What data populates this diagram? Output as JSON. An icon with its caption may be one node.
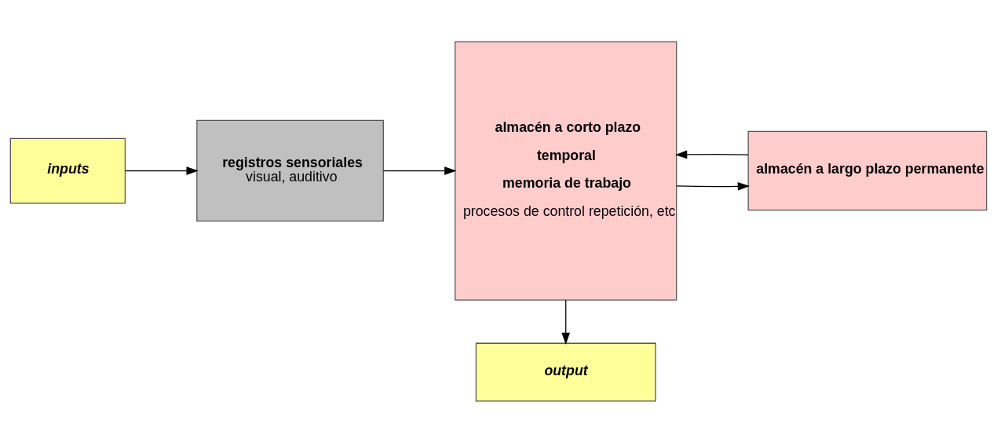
{
  "diagram": {
    "nodes": [
      {
        "text": [
          "inputs"
        ]
      },
      {
        "text": [
          "registros sensoriales",
          "visual, auditivo"
        ]
      },
      {
        "text": [
          "almacén a corto plazo",
          "temporal",
          "memoria de trabajo",
          "procesos de control repetición, etc"
        ]
      },
      {
        "text": [
          "almacén a largo plazo permanente"
        ]
      },
      {
        "text": [
          "output"
        ]
      }
    ],
    "edges": [
      {
        "from": 0,
        "to": 1,
        "arrow": "to"
      },
      {
        "from": 1,
        "to": 2,
        "arrow": "to"
      },
      {
        "from": 2,
        "to": 3,
        "arrow": "to"
      },
      {
        "from": 3,
        "to": 2,
        "arrow": "to"
      },
      {
        "from": 2,
        "to": 4,
        "arrow": "to"
      }
    ]
  }
}
